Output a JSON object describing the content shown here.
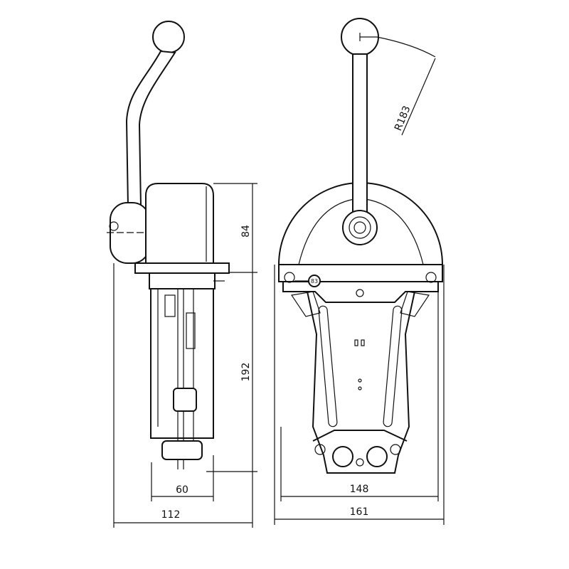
{
  "drawing": {
    "side_view": {
      "dimensions": {
        "height_upper": "84",
        "height_lower": "192",
        "width_body": "60",
        "width_total": "112"
      }
    },
    "front_view": {
      "dimensions": {
        "radius": "R183",
        "width_plate": "148",
        "width_total": "161"
      },
      "part_callout": "83"
    }
  }
}
